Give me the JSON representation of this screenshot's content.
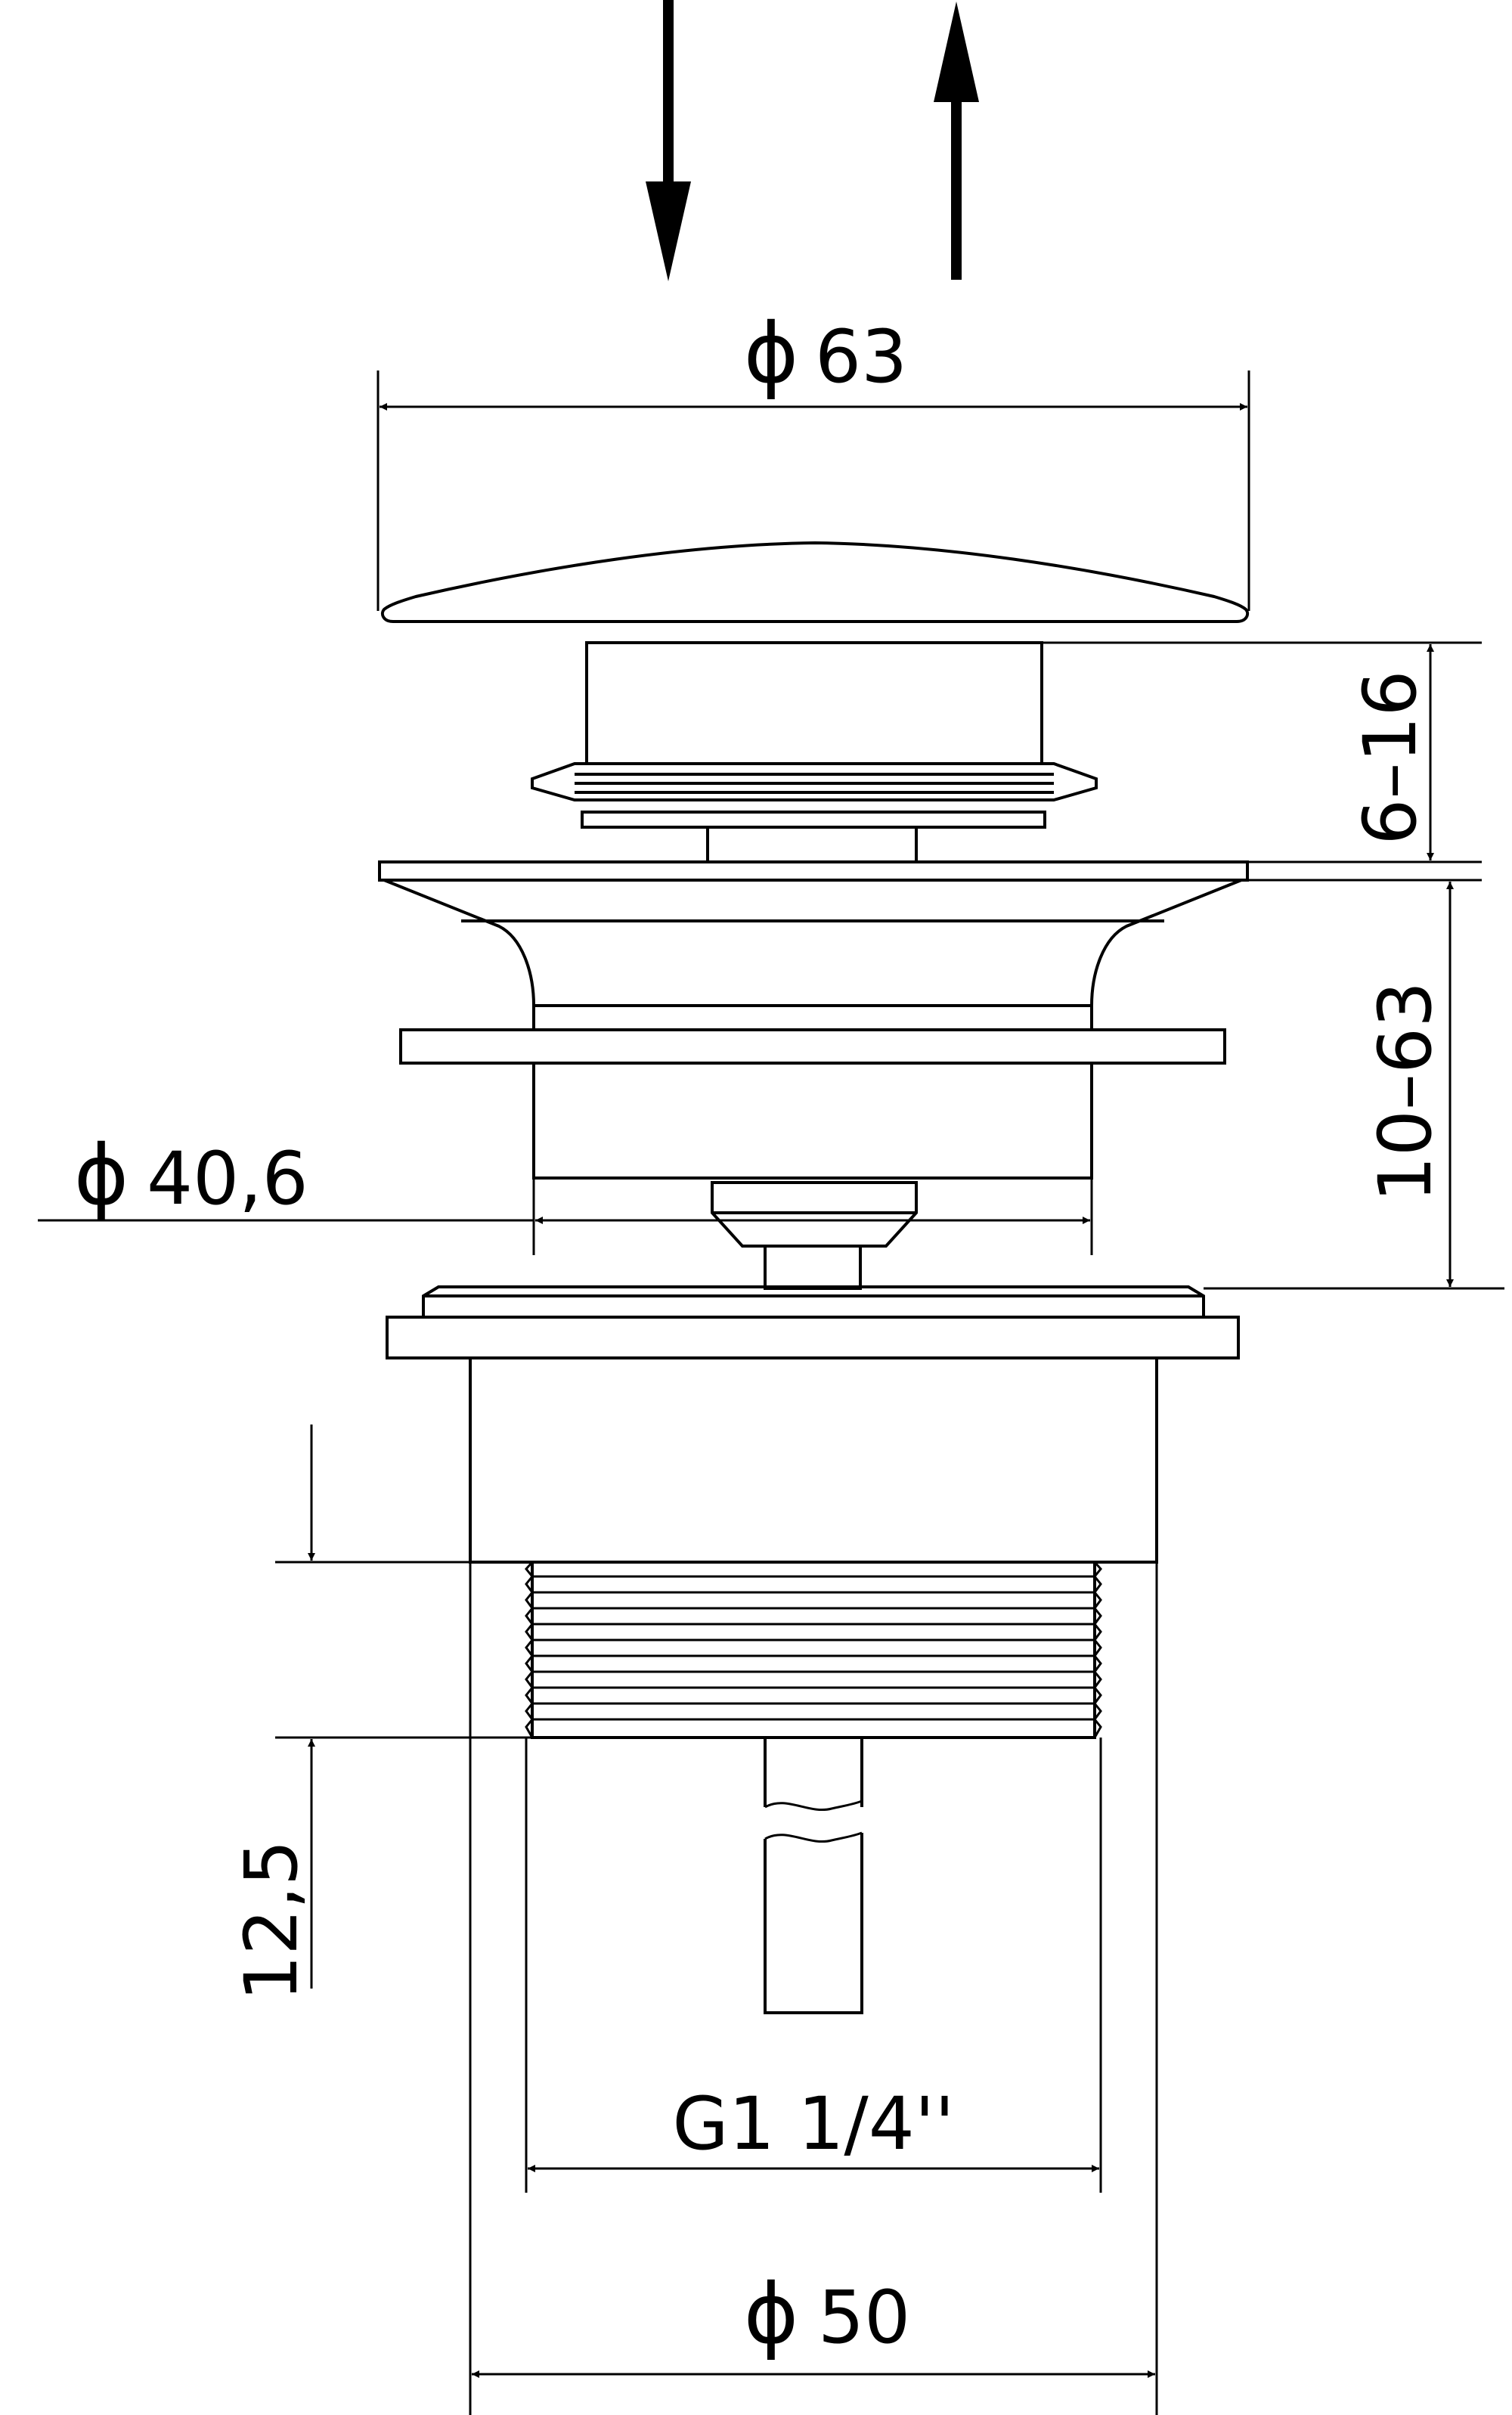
{
  "diagram": {
    "dimensions": {
      "cap_diameter": "63",
      "stroke_range": "6–16",
      "height_range": "10–63",
      "stem_diameter": "40,6",
      "thread_length": "12,5",
      "thread_spec": "G1 1/4''",
      "body_diameter": "50"
    },
    "symbols": {
      "diameter": "ϕ"
    }
  }
}
